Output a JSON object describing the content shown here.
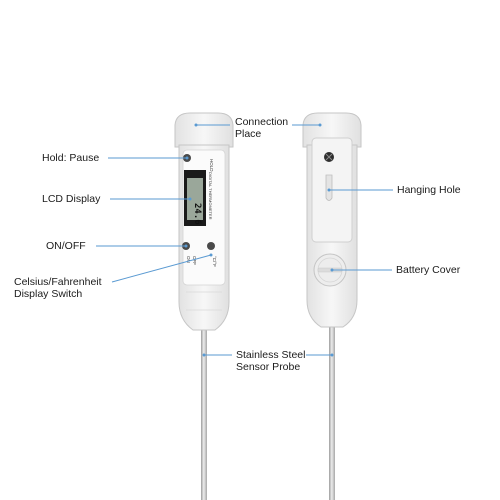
{
  "labels": {
    "connection_place_line1": "Connection",
    "connection_place_line2": "Place",
    "hold_pause": "Hold: Pause",
    "lcd_display": "LCD Display",
    "on_off": "ON/OFF",
    "switch_line1": "Celsius/Fahrenheit",
    "switch_line2": "Display Switch",
    "hanging_hole": "Hanging Hole",
    "battery_cover": "Battery Cover",
    "probe_line1": "Stainless Steel",
    "probe_line2": "Sensor Probe"
  },
  "device_text": {
    "hold": "HOLD",
    "brand": "DIGITAL THERMOMETER",
    "reading": "24.6",
    "on": "ON",
    "off": "OFF",
    "unit": "°C/°F"
  },
  "colors": {
    "body": "#f3f3f3",
    "outline": "#c9c9c9",
    "lcd": "#1a1a1a",
    "leader": "#5a9ad2",
    "probe": "#bdbdbd"
  }
}
